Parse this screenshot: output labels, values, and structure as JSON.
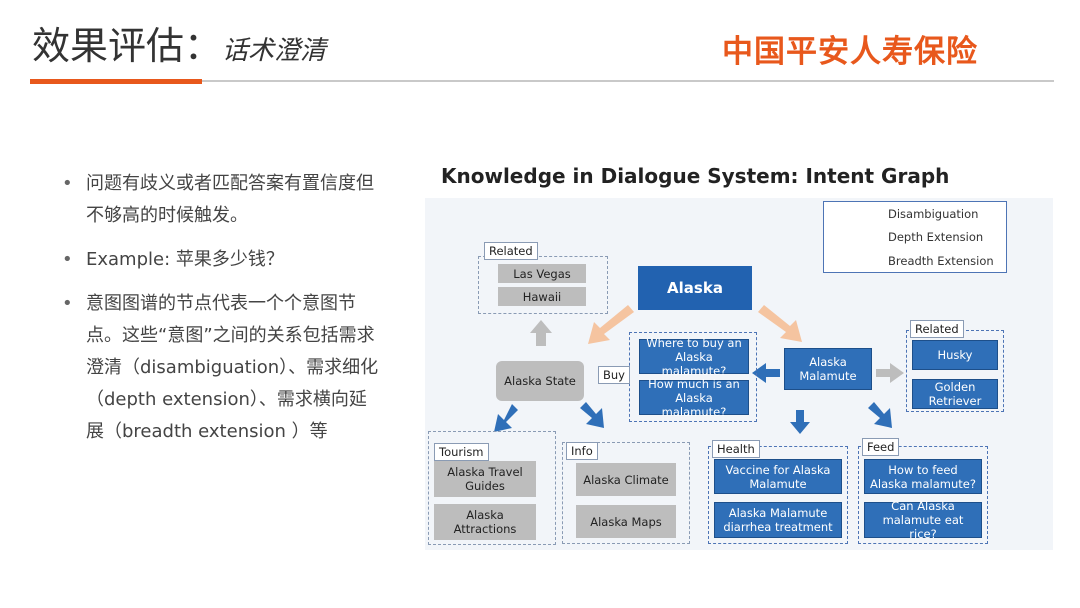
{
  "header": {
    "title": "效果评估：",
    "subtitle": "话术澄清",
    "brand": "中国平安人寿保险"
  },
  "bullets": [
    "问题有歧义或者匹配答案有置信度但不够高的时候触发。",
    "Example: 苹果多少钱？",
    "意图图谱的节点代表一个个意图节点。这些“意图”之间的关系包括需求澄清（disambiguation）、需求细化（depth extension）、需求横向延展（breadth extension ）等"
  ],
  "figure": {
    "title": "Knowledge in Dialogue System: Intent Graph",
    "legend": {
      "disambiguation": "Disambiguation",
      "depth": "Depth Extension",
      "breadth": "Breadth Extension"
    },
    "colors": {
      "disambiguation": "#f5c4a0",
      "depth": "#2f6fb8",
      "breadth": "#bdbdbd",
      "brand": "#e8581c"
    },
    "nodes": {
      "alaska": "Alaska",
      "alaska_state": "Alaska State",
      "alaska_malamute": "Alaska Malamute",
      "related_left_label": "Related",
      "las_vegas": "Las Vegas",
      "hawaii": "Hawaii",
      "buy_label": "Buy",
      "where_buy": "Where to buy an Alaska malamute?",
      "how_much": "How much is an Alaska malamute?",
      "related_right_label": "Related",
      "husky": "Husky",
      "golden": "Golden Retriever",
      "tourism_label": "Tourism",
      "travel_guides": "Alaska Travel Guides",
      "attractions": "Alaska Attractions",
      "info_label": "Info",
      "climate": "Alaska Climate",
      "maps": "Alaska Maps",
      "health_label": "Health",
      "vaccine": "Vaccine for Alaska Malamute",
      "diarrhea": "Alaska Malamute diarrhea treatment",
      "feed_label": "Feed",
      "how_feed": "How to feed Alaska malamute?",
      "eat_rice": "Can Alaska malamute eat rice?"
    }
  }
}
